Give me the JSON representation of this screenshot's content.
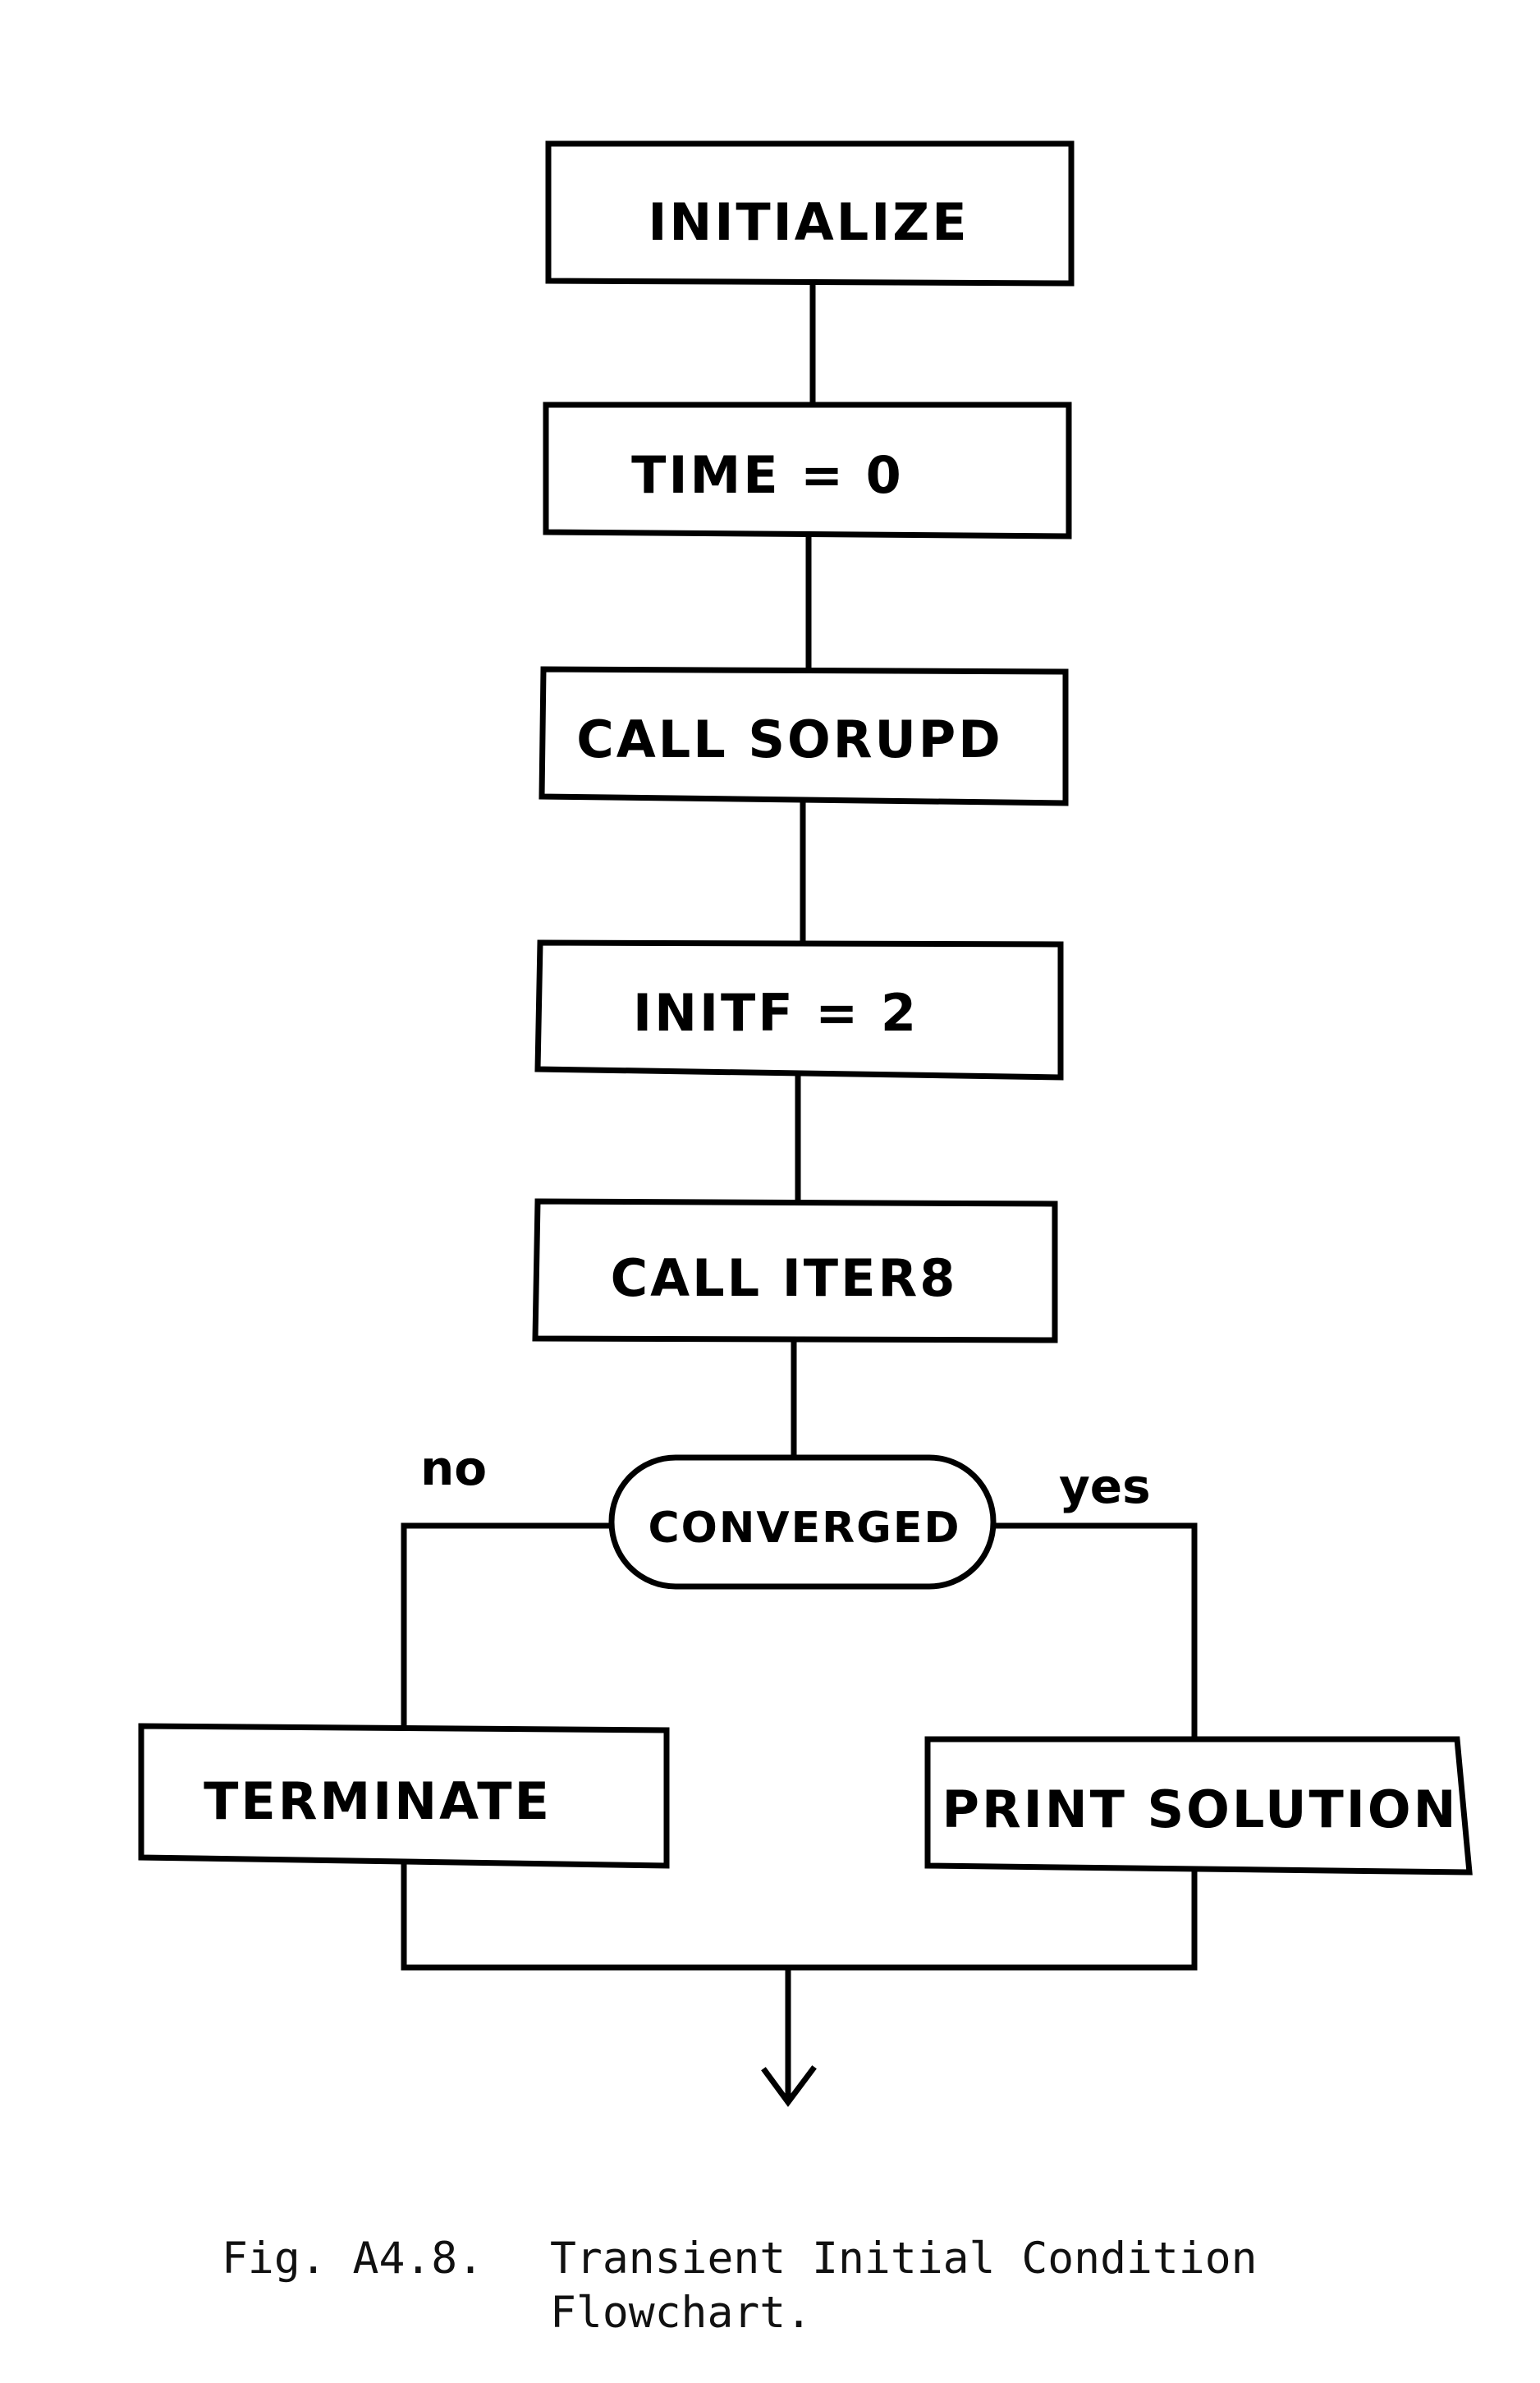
{
  "flowchart": {
    "steps": [
      {
        "label": "INITIALIZE"
      },
      {
        "label": "TIME = 0"
      },
      {
        "label": "CALL SORUPD"
      },
      {
        "label": "INITF = 2"
      },
      {
        "label": "CALL ITER8"
      }
    ],
    "decision": {
      "label": "CONVERGED"
    },
    "branch_no": {
      "label": "no"
    },
    "branch_yes": {
      "label": "yes"
    },
    "no_outcome": {
      "label": "TERMINATE"
    },
    "yes_outcome": {
      "label": "PRINT SOLUTION"
    }
  },
  "caption": {
    "figure_number": "Fig. A4.8.",
    "line1": "Transient Initial Condition",
    "line2": "Flowchart."
  }
}
